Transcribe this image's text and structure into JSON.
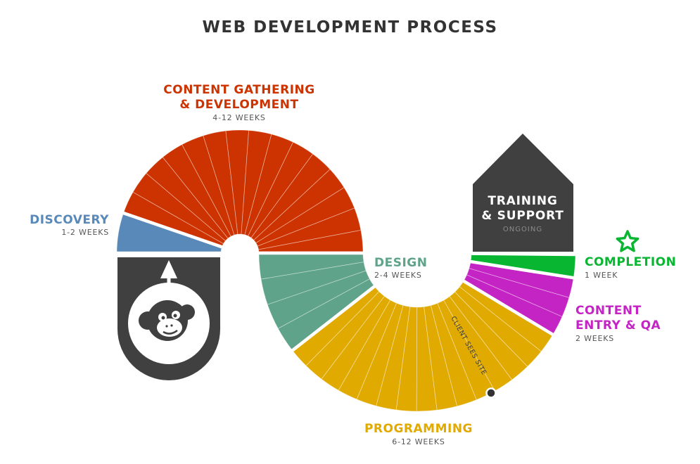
{
  "title": "WEB DEVELOPMENT PROCESS",
  "colors": {
    "discovery": "#5889b8",
    "content": "#cc3300",
    "design": "#5fa38a",
    "programming": "#e0aa00",
    "qa": "#c424c4",
    "completion": "#08b631",
    "training": "#404040",
    "text_dark": "#333333"
  },
  "stages": {
    "discovery": {
      "name": "DISCOVERY",
      "duration": "1-2 WEEKS",
      "color": "#5889b8"
    },
    "content": {
      "name_line1": "CONTENT GATHERING",
      "name_line2": "& DEVELOPMENT",
      "duration": "4-12 WEEKS",
      "color": "#cc3300"
    },
    "design": {
      "name": "DESIGN",
      "duration": "2-4 WEEKS",
      "color": "#5fa38a"
    },
    "programming": {
      "name": "PROGRAMMING",
      "duration": "6-12 WEEKS",
      "color": "#e0aa00",
      "milestone": "CLIENT SEES SITE"
    },
    "qa": {
      "name_line1": "CONTENT",
      "name_line2": "ENTRY & QA",
      "duration": "2 WEEKS",
      "color": "#c424c4"
    },
    "completion": {
      "name": "COMPLETION",
      "duration": "1 WEEK",
      "color": "#08b631",
      "icon": "star-icon"
    },
    "training": {
      "name_line1": "TRAINING",
      "name_line2": "& SUPPORT",
      "duration": "ONGOING",
      "color": "#404040"
    }
  },
  "start_icon": "monkey-logo-icon"
}
